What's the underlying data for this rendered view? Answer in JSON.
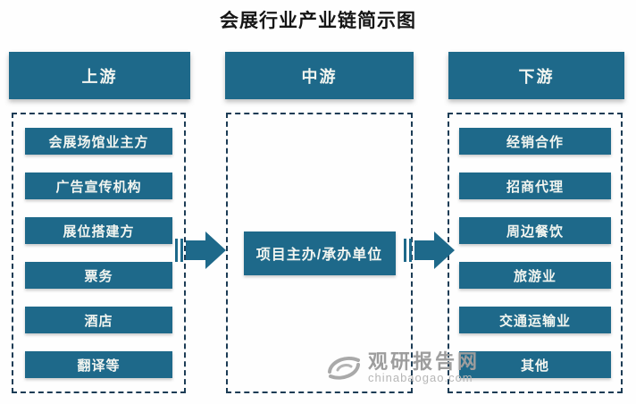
{
  "title": "会展行业产业链简示图",
  "colors": {
    "accent": "#1e698a",
    "dashed_border": "#1c3c55",
    "box_text": "#f2f5f0"
  },
  "columns": [
    {
      "header": "上游",
      "items": [
        "会展场馆业主方",
        "广告宣传机构",
        "展位搭建方",
        "票务",
        "酒店",
        "翻译等"
      ]
    },
    {
      "header": "中游",
      "items": [
        "项目主办/承办单位"
      ]
    },
    {
      "header": "下游",
      "items": [
        "经销合作",
        "招商代理",
        "周边餐饮",
        "旅游业",
        "交通运输业",
        "其他"
      ]
    }
  ],
  "watermark": {
    "site_name": "观研报告网",
    "site_url": "chinabaogao.com"
  }
}
